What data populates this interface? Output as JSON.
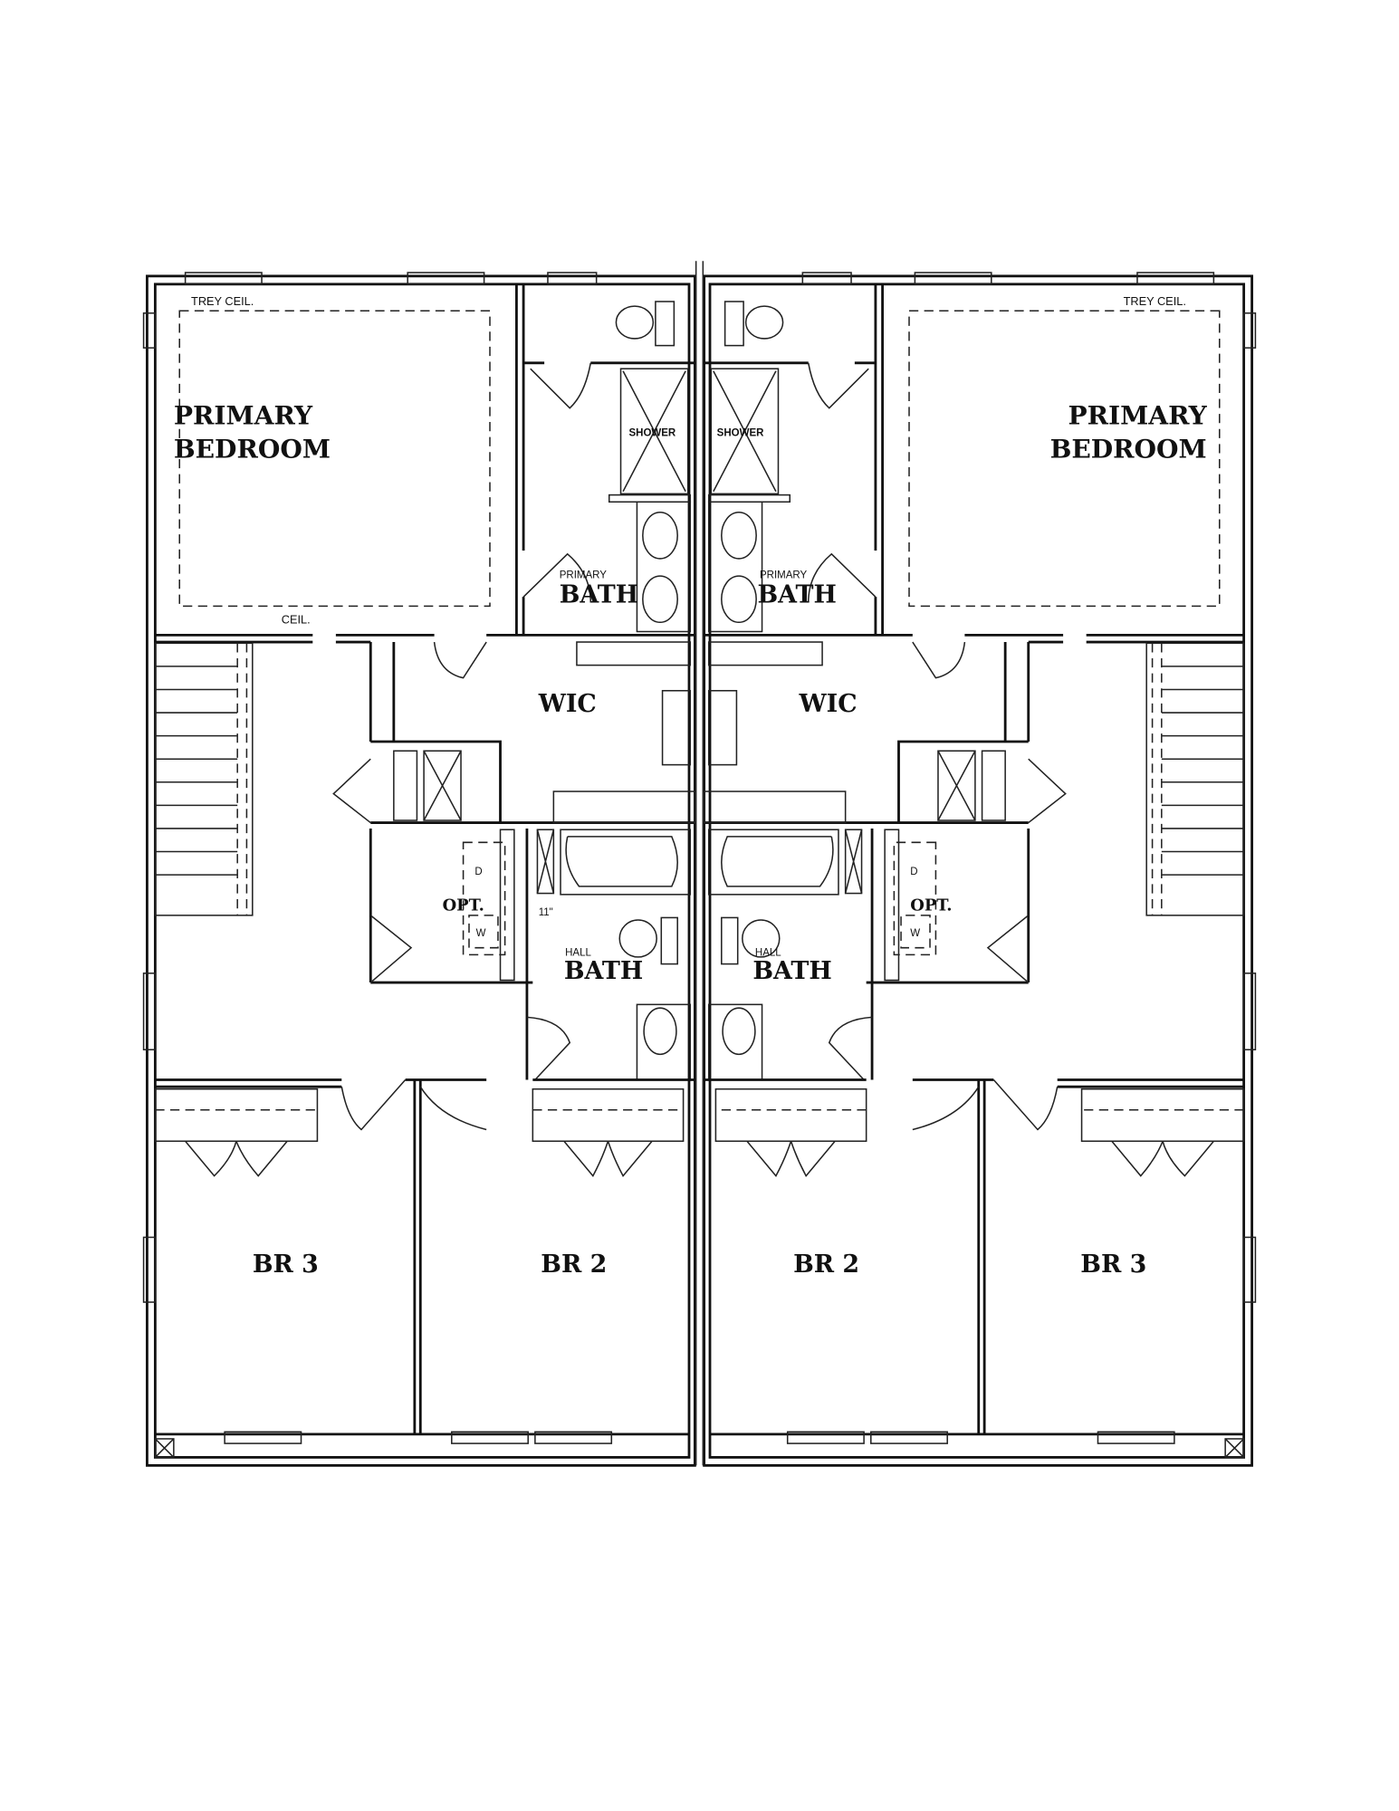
{
  "plan": {
    "left_unit": {
      "primary_bedroom": [
        "PRIMARY",
        "BEDROOM"
      ],
      "trey_ceiling": "TREY CEIL.",
      "ceiling_note": "CEIL.",
      "shower": "SHOWER",
      "primary_bath": [
        "PRIMARY",
        "BATH"
      ],
      "wic": "WIC",
      "laundry": "OPT.",
      "dryer": "D",
      "washer": "W",
      "dimension": "11\"",
      "hall_bath": [
        "HALL",
        "BATH"
      ],
      "br3": "BR 3",
      "br2": "BR 2"
    },
    "right_unit": {
      "primary_bedroom": [
        "PRIMARY",
        "BEDROOM"
      ],
      "trey_ceiling": "TREY CEIL.",
      "shower": "SHOWER",
      "primary_bath": [
        "PRIMARY",
        "BATH"
      ],
      "wic": "WIC",
      "laundry": "OPT.",
      "dryer": "D",
      "washer": "W",
      "hall_bath": [
        "HALL",
        "BATH"
      ],
      "br2": "BR 2",
      "br3": "BR 3"
    }
  }
}
